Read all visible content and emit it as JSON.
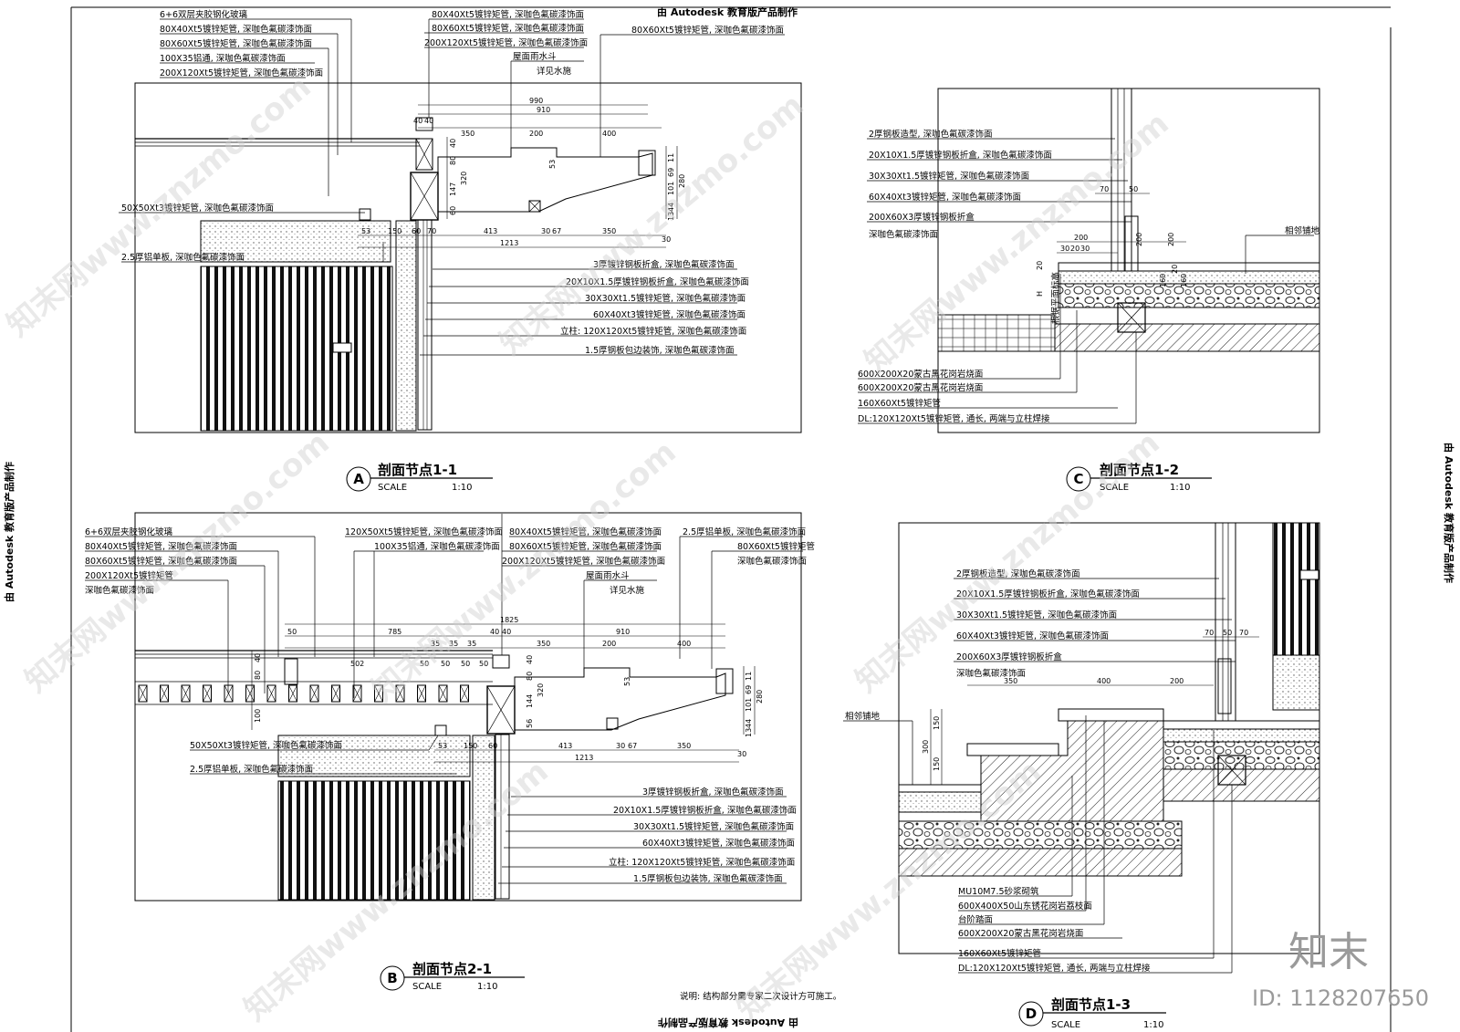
{
  "watermarks": {
    "top_banner": "由 Autodesk 教育版产品制作",
    "bottom_banner": "由 Autodesk 教育版产品制作",
    "left_side": "由 Autodesk 教育版产品制作",
    "right_side": "由 Autodesk 教育版产品制作",
    "diagonal": "知末网www.znzmo.com",
    "brand": "知末",
    "image_id": "ID: 1128207650"
  },
  "section_a": {
    "badge": "A",
    "title": "剖面节点1-1",
    "scale_label": "SCALE",
    "scale_value": "1:10",
    "notes_left": [
      "6+6双层夹胶钢化玻璃",
      "80X40Xt5镀锌矩管, 深咖色氟碳漆饰面",
      "80X60Xt5镀锌矩管, 深咖色氟碳漆饰面",
      "100X35铝通, 深咖色氟碳漆饰面",
      "200X120Xt5镀锌矩管, 深咖色氟碳漆饰面"
    ],
    "notes_mid": [
      "80X40Xt5镀锌矩管, 深咖色氟碳漆饰面",
      "80X60Xt5镀锌矩管, 深咖色氟碳漆饰面",
      "200X120Xt5镀锌矩管, 深咖色氟碳漆饰面",
      "屋面雨水斗",
      "详见水施"
    ],
    "note_right": "80X60Xt5镀锌矩管, 深咖色氟碳漆饰面",
    "note_50x50": "50X50Xt3镀锌矩管, 深咖色氟碳漆饰面",
    "note_al": "2.5厚铝单板, 深咖色氟碳漆饰面",
    "notes_bottom": [
      "3厚镀锌钢板折盒, 深咖色氟碳漆饰面",
      "20X10X1.5厚镀锌钢板折盒, 深咖色氟碳漆饰面",
      "30X30Xt1.5镀锌矩管, 深咖色氟碳漆饰面",
      "60X40Xt3镀锌矩管, 深咖色氟碳漆饰面",
      "立柱: 120X120Xt5镀锌矩管, 深咖色氟碳漆饰面",
      "1.5厚钢板包边装饰, 深咖色氟碳漆饰面"
    ],
    "dims_top": [
      "990",
      "910",
      "40",
      "40",
      "350",
      "200",
      "400"
    ],
    "dims_vert": [
      "40",
      "80",
      "320",
      "147",
      "60",
      "53",
      "11",
      "69",
      "280",
      "101",
      "44",
      "13"
    ],
    "dims_bottom": [
      "53",
      "150",
      "60",
      "70",
      "413",
      "30",
      "67",
      "350",
      "1213",
      "30"
    ]
  },
  "section_b": {
    "badge": "B",
    "title": "剖面节点2-1",
    "scale_label": "SCALE",
    "scale_value": "1:10",
    "notes_left": [
      "6+6双层夹胶钢化玻璃",
      "80X40Xt5镀锌矩管, 深咖色氟碳漆饰面",
      "80X60Xt5镀锌矩管, 深咖色氟碳漆饰面",
      "200X120Xt5镀锌矩管",
      "深咖色氟碳漆饰面"
    ],
    "notes_mid1": [
      "120X50Xt5镀锌矩管, 深咖色氟碳漆饰面",
      "100X35铝通, 深咖色氟碳漆饰面"
    ],
    "notes_mid2": [
      "80X40Xt5镀锌矩管, 深咖色氟碳漆饰面",
      "80X60Xt5镀锌矩管, 深咖色氟碳漆饰面",
      "200X120Xt5镀锌矩管, 深咖色氟碳漆饰面",
      "屋面雨水斗",
      "详见水施"
    ],
    "notes_right": [
      "2.5厚铝单板, 深咖色氟碳漆饰面",
      "80X60Xt5镀锌矩管",
      "深咖色氟碳漆饰面"
    ],
    "note_50x50": "50X50Xt3镀锌矩管, 深咖色氟碳漆饰面",
    "note_al": "2.5厚铝单板, 深咖色氟碳漆饰面",
    "notes_bottom": [
      "3厚镀锌钢板折盒, 深咖色氟碳漆饰面",
      "20X10X1.5厚镀锌钢板折盒, 深咖色氟碳漆饰面",
      "30X30Xt1.5镀锌矩管, 深咖色氟碳漆饰面",
      "60X40Xt3镀锌矩管, 深咖色氟碳漆饰面",
      "立柱: 120X120Xt5镀锌矩管, 深咖色氟碳漆饰面",
      "1.5厚钢板包边装饰, 深咖色氟碳漆饰面"
    ],
    "dims_top": [
      "1825",
      "50",
      "785",
      "40",
      "40",
      "910",
      "35",
      "35",
      "35",
      "350",
      "200",
      "400",
      "502",
      "50",
      "50",
      "50",
      "50"
    ],
    "dims_vert": [
      "40",
      "80",
      "100",
      "40",
      "80",
      "144",
      "320",
      "56",
      "53",
      "11",
      "69",
      "280",
      "101",
      "44",
      "13"
    ],
    "dims_bottom": [
      "53",
      "150",
      "60",
      "413",
      "30",
      "67",
      "350",
      "1213",
      "30"
    ],
    "footnote": "说明: 结构部分需专家二次设计方可施工。"
  },
  "section_c": {
    "badge": "C",
    "title": "剖面节点1-2",
    "scale_label": "SCALE",
    "scale_value": "1:10",
    "notes_top": [
      "2厚钢板造型, 深咖色氟碳漆饰面",
      "20X10X1.5厚镀锌钢板折盒, 深咖色氟碳漆饰面",
      "30X30Xt1.5镀锌矩管, 深咖色氟碳漆饰面",
      "60X40Xt3镀锌矩管, 深咖色氟碳漆饰面",
      "200X60X3厚镀锌钢板折盒",
      "深咖色氟碳漆饰面"
    ],
    "note_adjacent": "相邻铺地",
    "note_vertical": "根据平面标高",
    "notes_bottom": [
      "600X200X20蒙古黑花岗岩烧面",
      "600X200X20蒙古黑花岗岩烧面",
      "160X60Xt5镀锌矩管",
      "DL:120X120Xt5镀锌矩管, 通长, 两端与立柱焊接"
    ],
    "dims": [
      "70",
      "50",
      "200",
      "200",
      "200",
      "30",
      "20",
      "30",
      "20",
      "H",
      "160",
      "160",
      "20"
    ]
  },
  "section_d": {
    "badge": "D",
    "title": "剖面节点1-3",
    "scale_label": "SCALE",
    "scale_value": "1:10",
    "notes_top": [
      "2厚钢板造型, 深咖色氟碳漆饰面",
      "20X10X1.5厚镀锌钢板折盒, 深咖色氟碳漆饰面",
      "30X30Xt1.5镀锌矩管, 深咖色氟碳漆饰面",
      "60X40Xt3镀锌矩管, 深咖色氟碳漆饰面",
      "200X60X3厚镀锌钢板折盒",
      "深咖色氟碳漆饰面"
    ],
    "note_adjacent": "相邻铺地",
    "notes_bottom": [
      "MU10M7.5砂浆砌筑",
      "600X400X50山东锈花岗岩荔枝面",
      "台阶踏面",
      "600X200X20蒙古黑花岗岩烧面",
      "160X60Xt5镀锌矩管",
      "DL:120X120Xt5镀锌矩管, 通长, 两端与立柱焊接"
    ],
    "dims": [
      "350",
      "400",
      "200",
      "70",
      "50",
      "70",
      "150",
      "300",
      "150"
    ]
  }
}
